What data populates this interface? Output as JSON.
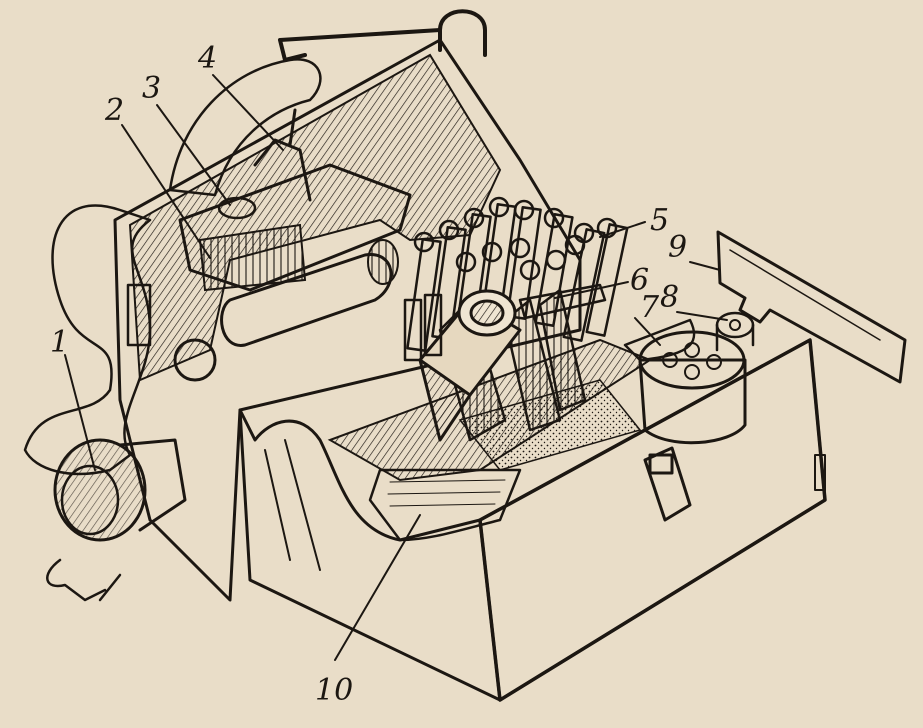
{
  "colors": {
    "paper": "#e9ddc8",
    "ink": "#1c1712",
    "shade": "#2a231b"
  },
  "labels": {
    "l1": "1",
    "l2": "2",
    "l3": "3",
    "l4": "4",
    "l5": "5",
    "l6": "6",
    "l7": "7",
    "l8": "8",
    "l9": "9",
    "l10": "10"
  }
}
